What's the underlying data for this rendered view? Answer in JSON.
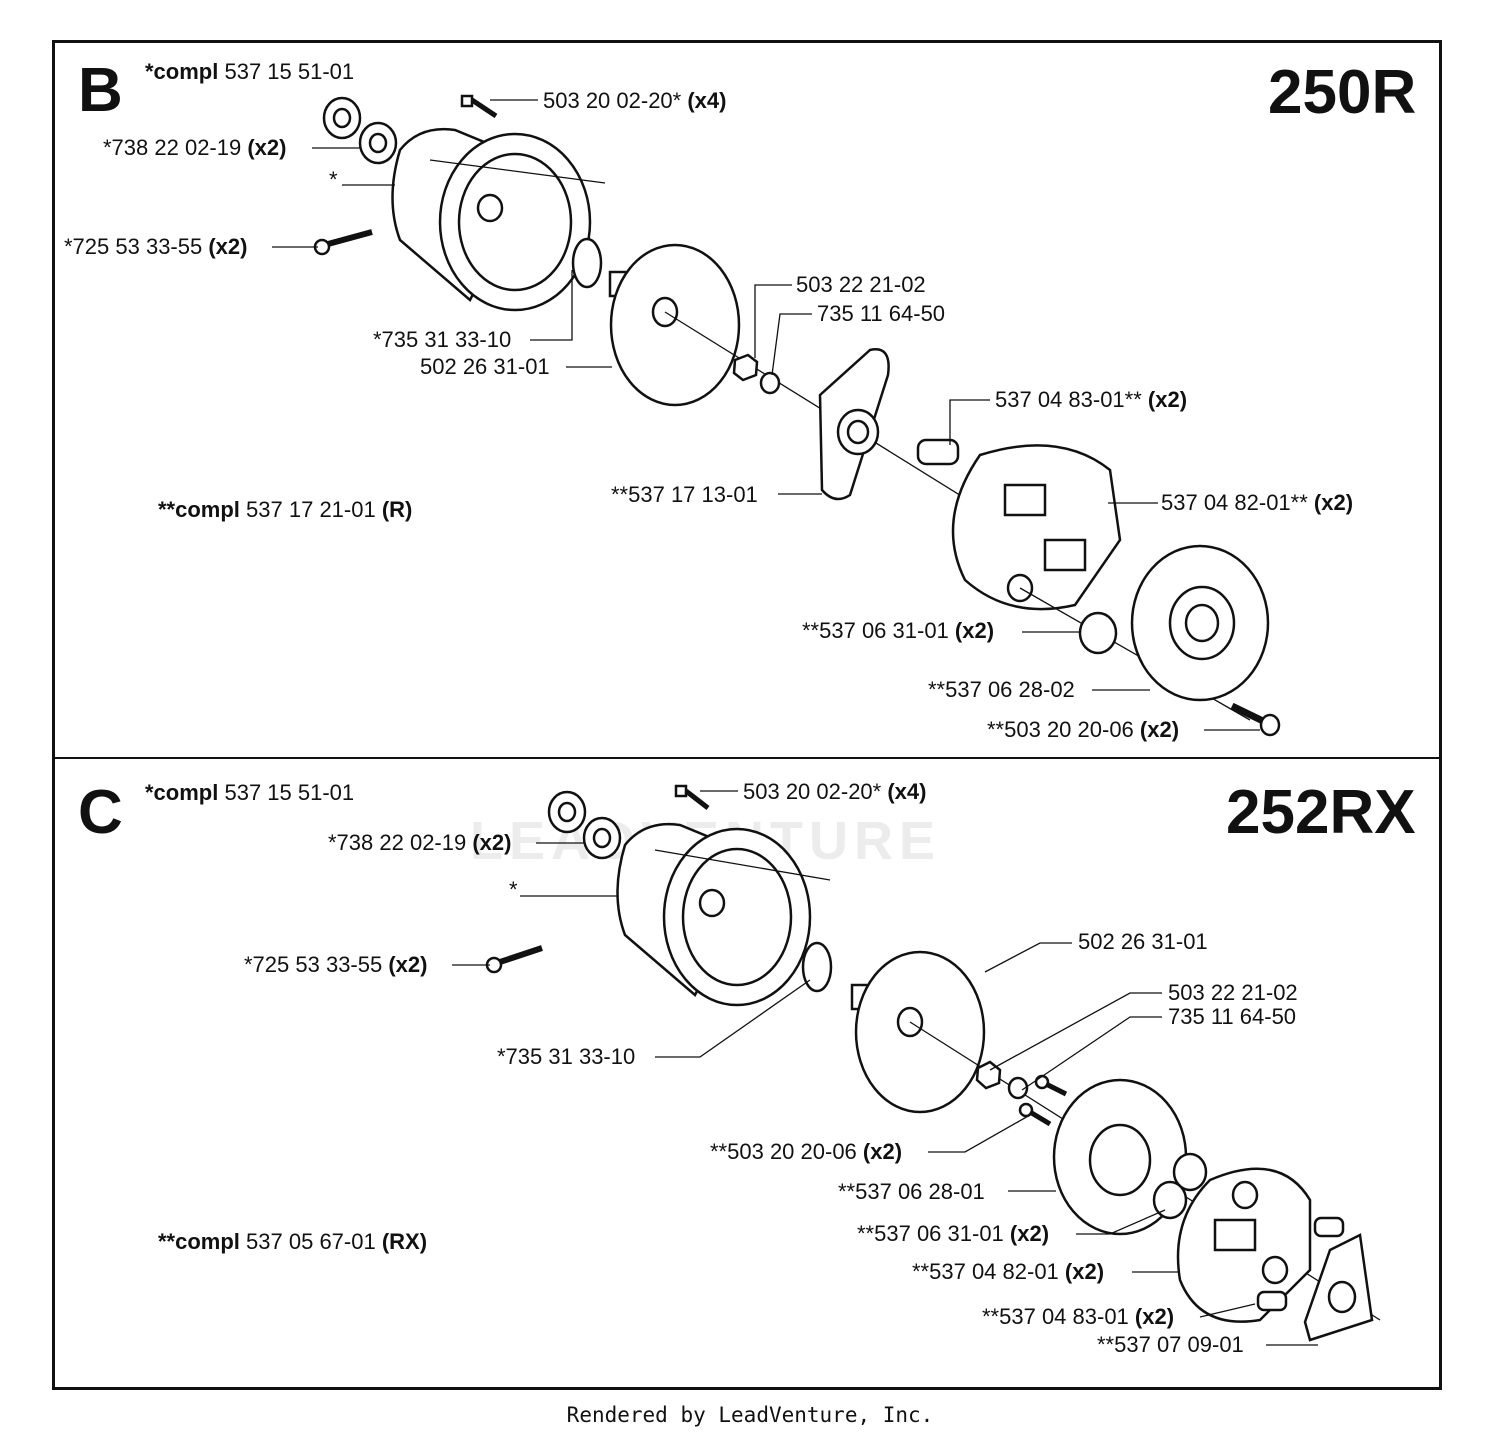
{
  "watermark": "LEADVENTURE",
  "footer": "Rendered by LeadVenture, Inc.",
  "sections": [
    {
      "letter": "B",
      "model": "250R",
      "compl_top": {
        "key": "*compl",
        "num": "537 15 51-01"
      },
      "compl_bottom": {
        "key": "**compl",
        "num": "537 17 21-01",
        "suffix": "(R)"
      },
      "parts": [
        {
          "num": "503 20 02-20*",
          "qty": "(x4)"
        },
        {
          "num": "*738 22 02-19",
          "qty": "(x2)"
        },
        {
          "num": "*",
          "qty": ""
        },
        {
          "num": "*725 53 33-55",
          "qty": "(x2)"
        },
        {
          "num": "503 22 21-02",
          "qty": ""
        },
        {
          "num": "735 11 64-50",
          "qty": ""
        },
        {
          "num": "*735 31 33-10",
          "qty": ""
        },
        {
          "num": "502 26 31-01",
          "qty": ""
        },
        {
          "num": "537 04 83-01**",
          "qty": "(x2)"
        },
        {
          "num": "**537 17 13-01",
          "qty": ""
        },
        {
          "num": "537 04 82-01**",
          "qty": "(x2)"
        },
        {
          "num": "**537 06 31-01",
          "qty": "(x2)"
        },
        {
          "num": "**537 06 28-02",
          "qty": ""
        },
        {
          "num": "**503 20 20-06",
          "qty": "(x2)"
        }
      ]
    },
    {
      "letter": "C",
      "model": "252RX",
      "compl_top": {
        "key": "*compl",
        "num": "537 15 51-01"
      },
      "compl_bottom": {
        "key": "**compl",
        "num": "537 05 67-01",
        "suffix": "(RX)"
      },
      "parts": [
        {
          "num": "503 20 02-20*",
          "qty": "(x4)"
        },
        {
          "num": "*738 22 02-19",
          "qty": "(x2)"
        },
        {
          "num": "*",
          "qty": ""
        },
        {
          "num": "*725 53 33-55",
          "qty": "(x2)"
        },
        {
          "num": "502 26 31-01",
          "qty": ""
        },
        {
          "num": "503 22 21-02",
          "qty": ""
        },
        {
          "num": "735 11 64-50",
          "qty": ""
        },
        {
          "num": "*735 31 33-10",
          "qty": ""
        },
        {
          "num": "**503 20 20-06",
          "qty": "(x2)"
        },
        {
          "num": "**537 06 28-01",
          "qty": ""
        },
        {
          "num": "**537 06 31-01",
          "qty": "(x2)"
        },
        {
          "num": "**537 04 82-01",
          "qty": "(x2)"
        },
        {
          "num": "**537 04 83-01",
          "qty": "(x2)"
        },
        {
          "num": "**537 07 09-01",
          "qty": ""
        }
      ]
    }
  ]
}
